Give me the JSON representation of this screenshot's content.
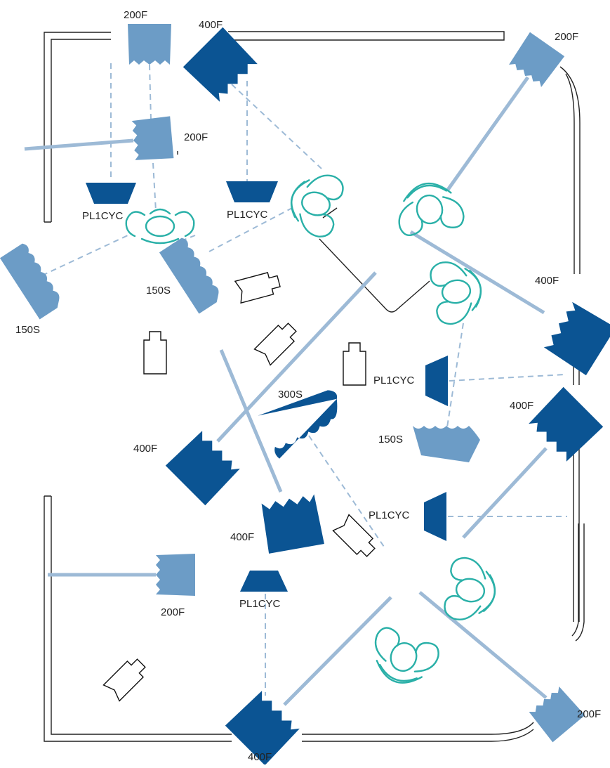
{
  "colors": {
    "dark_fixture": "#0b5493",
    "light_fixture": "#6c9cc6",
    "beam": "#9dbad6",
    "person": "#2ab0a8",
    "camera_outline": "#111111",
    "wall": "#222222"
  },
  "fixture_labels": {
    "f200_top": "200F",
    "f400_top": "400F",
    "f200_top_right": "200F",
    "f200_mid_left": "200F",
    "pl_left": "PL1CYC",
    "pl_mid": "PL1CYC",
    "s150_far_left": "150S",
    "s150_left": "150S",
    "f400_right": "400F",
    "pl_right_upper": "PL1CYC",
    "s300": "300S",
    "f400_right_mid": "400F",
    "s150_right": "150S",
    "f400_left_mid": "400F",
    "pl_right_lower": "PL1CYC",
    "f400_center_low": "400F",
    "f200_lower_left": "200F",
    "pl_bottom": "PL1CYC",
    "f200_bottom_right": "200F",
    "f400_bottom": "400F"
  },
  "icons": {
    "light_fixture": "fresnel-light-icon",
    "broad_light": "scoop-light-icon",
    "cyc_light": "cyc-light-icon",
    "camera": "camera-icon",
    "person": "person-top-view-icon"
  }
}
